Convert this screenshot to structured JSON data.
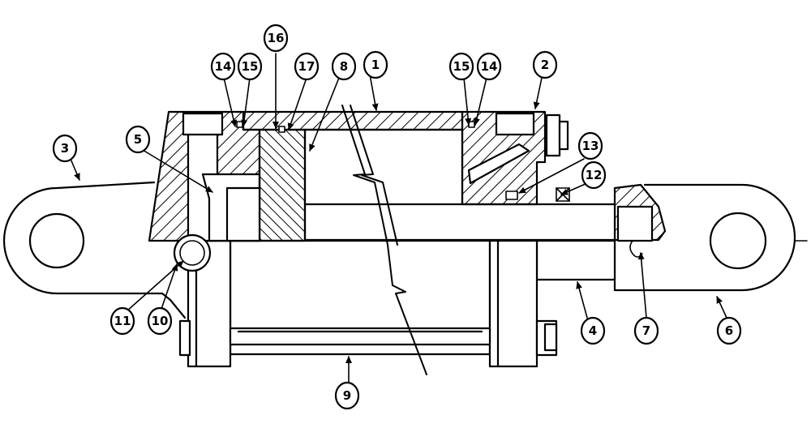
{
  "diagram": {
    "callouts": [
      {
        "id": "c1",
        "label": "1"
      },
      {
        "id": "c2",
        "label": "2"
      },
      {
        "id": "c3",
        "label": "3"
      },
      {
        "id": "c4",
        "label": "4"
      },
      {
        "id": "c5",
        "label": "5"
      },
      {
        "id": "c6",
        "label": "6"
      },
      {
        "id": "c7",
        "label": "7"
      },
      {
        "id": "c8",
        "label": "8"
      },
      {
        "id": "c9",
        "label": "9"
      },
      {
        "id": "c10",
        "label": "10"
      },
      {
        "id": "c11",
        "label": "11"
      },
      {
        "id": "c12",
        "label": "12"
      },
      {
        "id": "c13",
        "label": "13"
      },
      {
        "id": "c14a",
        "label": "14"
      },
      {
        "id": "c15a",
        "label": "15"
      },
      {
        "id": "c16",
        "label": "16"
      },
      {
        "id": "c17",
        "label": "17"
      },
      {
        "id": "c15b",
        "label": "15"
      },
      {
        "id": "c14b",
        "label": "14"
      }
    ]
  }
}
